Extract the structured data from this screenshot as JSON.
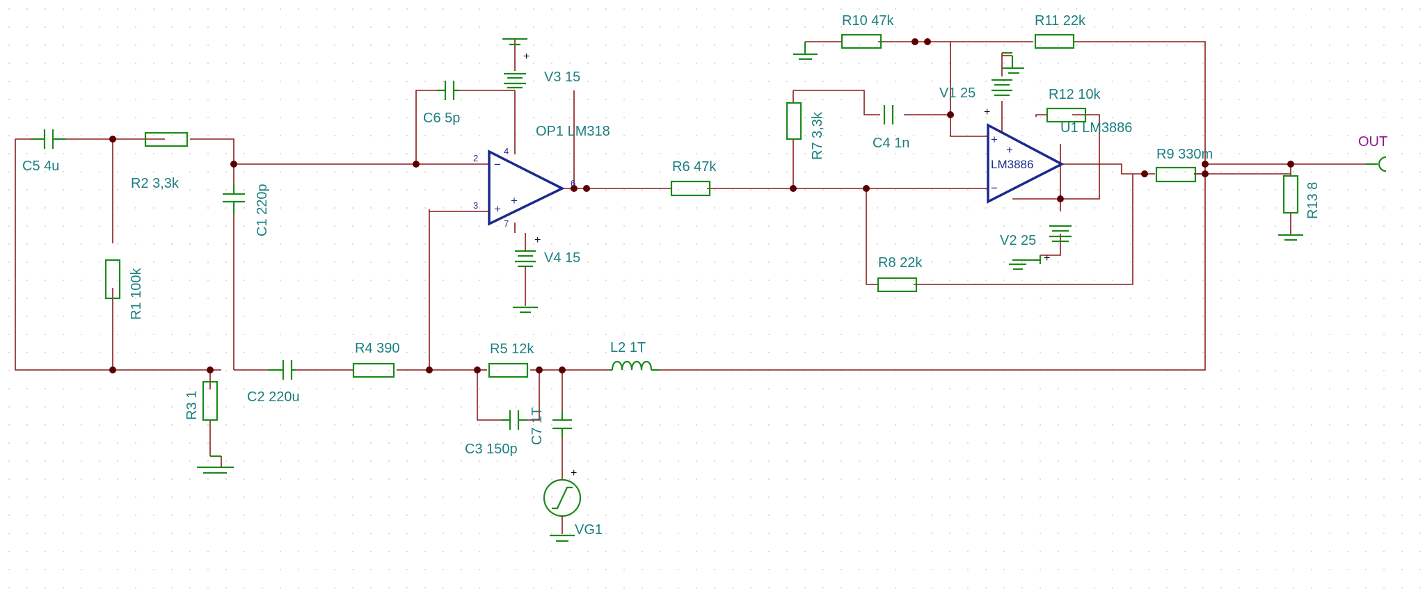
{
  "components": {
    "C5": {
      "ref": "C5 4u"
    },
    "R2": {
      "ref": "R2 3,3k"
    },
    "R1": {
      "ref": "R1 100k"
    },
    "C1": {
      "ref": "C1 220p"
    },
    "R3": {
      "ref": "R3 1"
    },
    "C2": {
      "ref": "C2 220u"
    },
    "R4": {
      "ref": "R4 390"
    },
    "C6": {
      "ref": "C6 5p"
    },
    "V3": {
      "ref": "V3 15"
    },
    "OP1": {
      "ref": "OP1 LM318"
    },
    "V4": {
      "ref": "V4 15"
    },
    "R5": {
      "ref": "R5 12k"
    },
    "C3": {
      "ref": "C3 150p"
    },
    "C7": {
      "ref": "C7 1T"
    },
    "VG1": {
      "ref": "VG1"
    },
    "L2": {
      "ref": "L2 1T"
    },
    "R6": {
      "ref": "R6 47k"
    },
    "R7": {
      "ref": "R7 3,3k"
    },
    "C4": {
      "ref": "C4 1n"
    },
    "R10": {
      "ref": "R10 47k"
    },
    "R11": {
      "ref": "R11 22k"
    },
    "V1": {
      "ref": "V1 25"
    },
    "R12": {
      "ref": "R12 10k"
    },
    "U1": {
      "ref": "U1 LM3886",
      "body": "LM3886"
    },
    "V2": {
      "ref": "V2 25"
    },
    "R8": {
      "ref": "R8 22k"
    },
    "R9": {
      "ref": "R9 330m"
    },
    "R13": {
      "ref": "R13 8"
    }
  },
  "opamp_pins": {
    "p2": "2",
    "p3": "3",
    "p4": "4",
    "p6": "6",
    "p7": "7"
  },
  "signs": {
    "minus": "−",
    "plus": "+"
  },
  "net_labels": {
    "out": "OUT"
  }
}
